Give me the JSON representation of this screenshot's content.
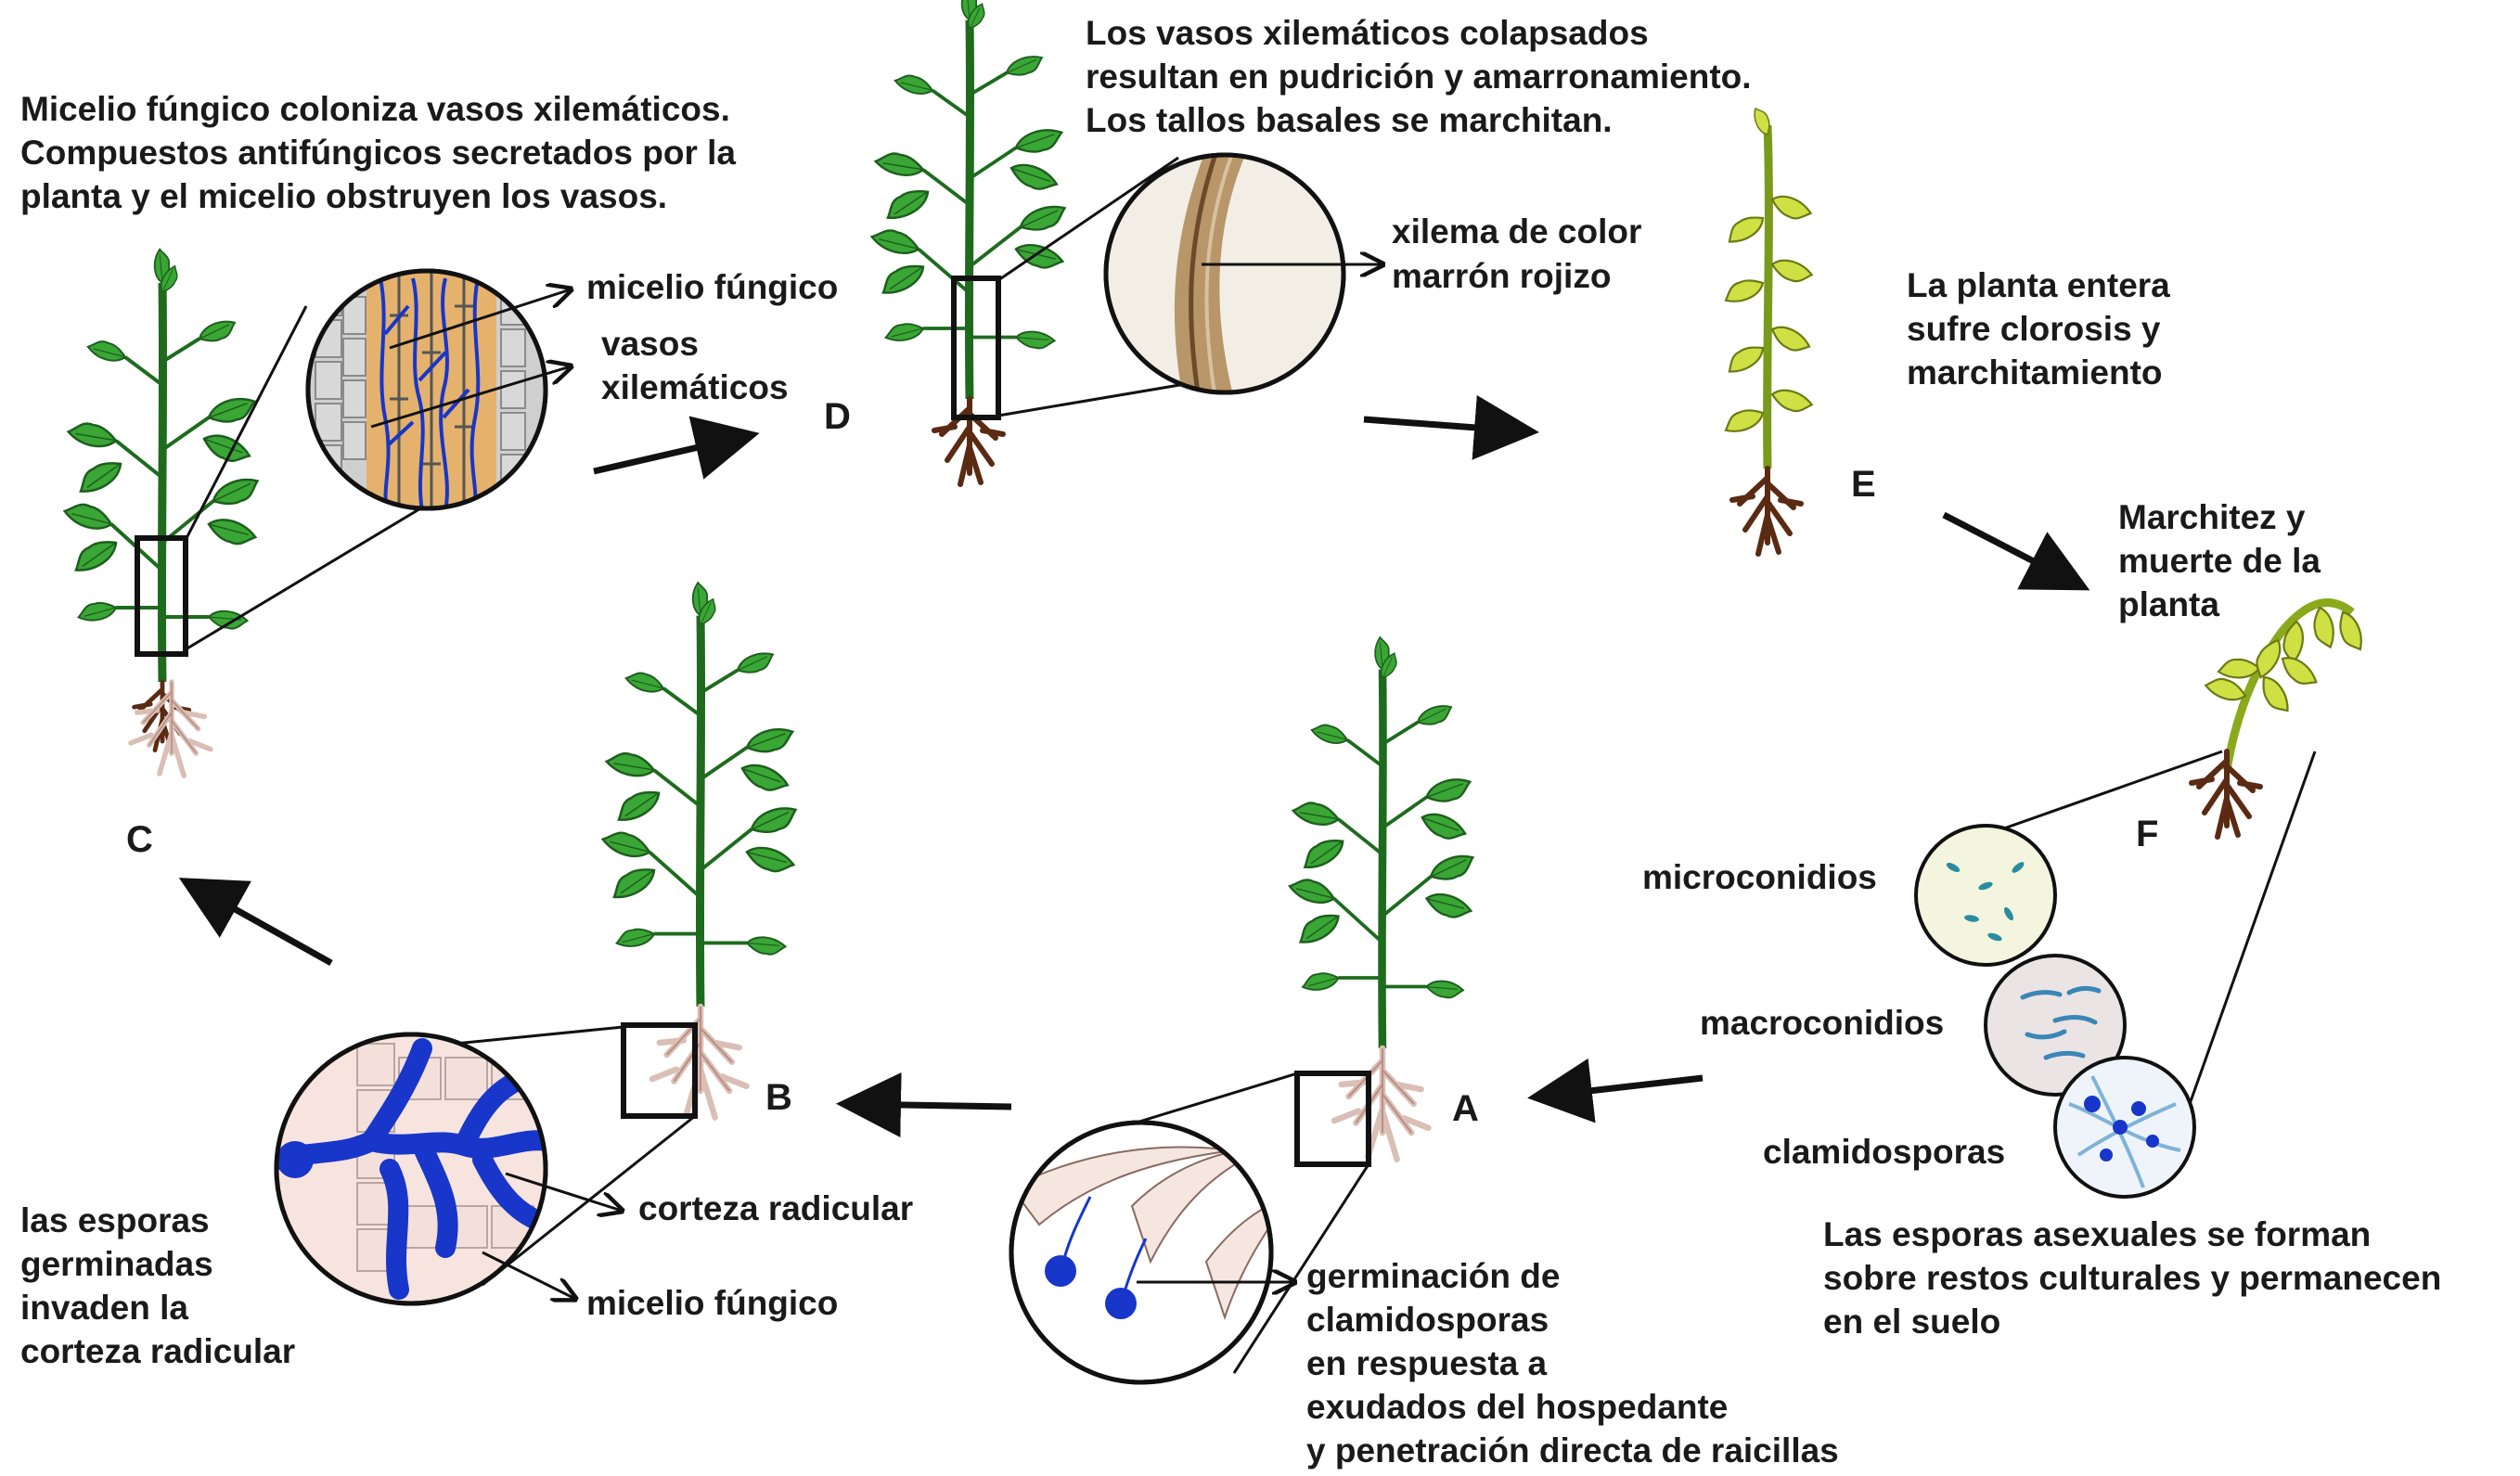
{
  "stages": {
    "A": "A",
    "B": "B",
    "C": "C",
    "D": "D",
    "E": "E",
    "F": "F"
  },
  "texts": {
    "c_desc": [
      "Micelio fúngico coloniza vasos xilemáticos.",
      "Compuestos antifúngicos secretados por la",
      "planta y el micelio obstruyen los vasos."
    ],
    "c_mycelium": "micelio fúngico",
    "c_vessels": [
      "vasos",
      "xilemáticos"
    ],
    "d_desc": [
      "Los vasos xilemáticos colapsados",
      "resultan en pudrición y amarronamiento.",
      "Los tallos basales se marchitan."
    ],
    "d_xylem": [
      "xilema de color",
      "marrón rojizo"
    ],
    "e_desc": [
      "La planta entera",
      "sufre clorosis y",
      "marchitamiento"
    ],
    "f_desc": [
      "Marchitez y",
      "muerte de la",
      "planta"
    ],
    "microconidia": "microconidios",
    "macroconidia": "macroconidios",
    "chlamydospores": "clamidosporas",
    "spores_desc": [
      "Las esporas asexuales se forman",
      "sobre restos culturales y permanecen",
      "en el suelo"
    ],
    "a_desc": [
      "germinación de",
      "clamidosporas",
      "en respuesta a",
      "exudados del hospedante",
      "y penetración directa de raicillas"
    ],
    "b_cortex": "corteza radicular",
    "b_mycelium": "micelio fúngico",
    "b_desc": [
      "las esporas",
      "germinadas",
      "invaden la",
      "corteza radicular"
    ]
  },
  "colors": {
    "stem_green": "#1e6b1e",
    "leaf_green": "#39a835",
    "leaf_dark": "#1d5e1d",
    "chlorotic": "#c9d93a",
    "root_brown": "#5a2a12",
    "root_pale": "#e9d6cf",
    "fungus_blue": "#1836c9",
    "xylem_tan": "#e4b26c"
  }
}
